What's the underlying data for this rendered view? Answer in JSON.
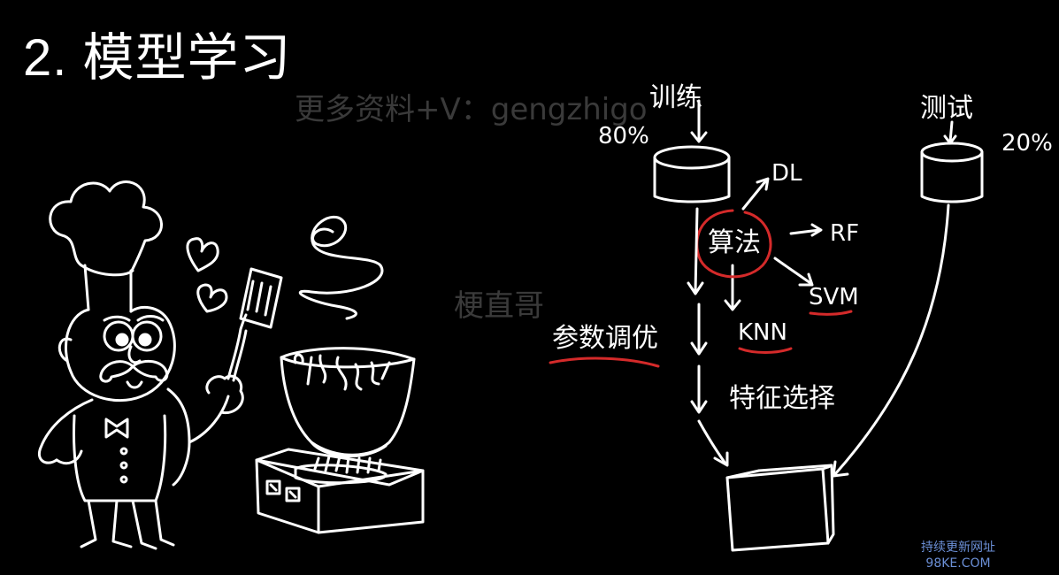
{
  "slide": {
    "title": "2. 模型学习"
  },
  "watermarks": {
    "top": "更多资料+V：gengzhigo",
    "middle": "梗直哥",
    "corner_line1": "持续更新网址",
    "corner_line2": "98KE.COM"
  },
  "diagram": {
    "train_label": "训练",
    "train_pct": "80%",
    "test_label": "测试",
    "test_pct": "20%",
    "algorithm": "算法",
    "dl": "DL",
    "rf": "RF",
    "svm": "SVM",
    "knn": "KNN",
    "tuning": "参数调优",
    "feature_selection": "特征选择"
  },
  "colors": {
    "background": "#000000",
    "chalk": "#ffffff",
    "highlight": "#d42a2a",
    "watermark": "#3a3a3a",
    "corner_text": "#6b8fd6"
  },
  "illustration": {
    "subject": "chef-cooking-pot",
    "icons": [
      "chef-icon",
      "heart-icon",
      "spatula-icon",
      "steam-icon",
      "pot-icon",
      "stove-icon",
      "flame-icon"
    ]
  }
}
